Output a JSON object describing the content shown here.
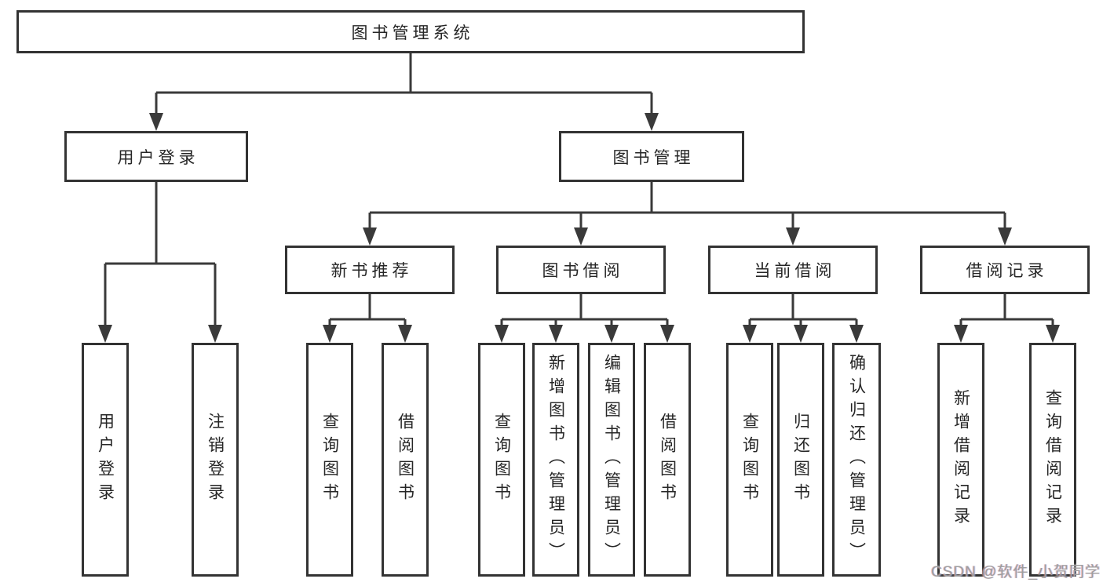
{
  "root": {
    "label": "图书管理系统"
  },
  "level2": [
    {
      "label": "用户登录"
    },
    {
      "label": "图书管理"
    }
  ],
  "level3": [
    {
      "label": "新书推荐"
    },
    {
      "label": "图书借阅"
    },
    {
      "label": "当前借阅"
    },
    {
      "label": "借阅记录"
    }
  ],
  "leaves": {
    "user": [
      {
        "label": "用户登录"
      },
      {
        "label": "注销登录"
      }
    ],
    "recommend": [
      {
        "label": "查询图书"
      },
      {
        "label": "借阅图书"
      }
    ],
    "borrow": [
      {
        "label": "查询图书"
      },
      {
        "label": "新增图书（管理员）"
      },
      {
        "label": "编辑图书（管理员）"
      },
      {
        "label": "借阅图书"
      }
    ],
    "current": [
      {
        "label": "查询图书"
      },
      {
        "label": "归还图书"
      },
      {
        "label": "确认归还（管理员）"
      }
    ],
    "record": [
      {
        "label": "新增借阅记录"
      },
      {
        "label": "查询借阅记录"
      }
    ]
  },
  "watermark": {
    "text": "CSDN @软件_小贺同学"
  },
  "colors": {
    "line": "#3a3a3a",
    "box_border": "#333333",
    "text": "#262626",
    "background": "#ffffff",
    "watermark": "#9e9e9e"
  }
}
